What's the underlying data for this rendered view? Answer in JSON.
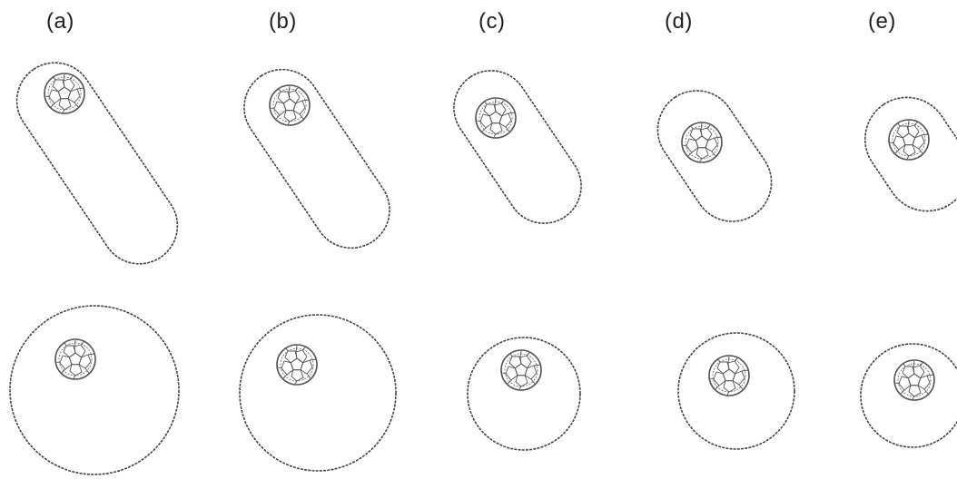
{
  "panels": [
    {
      "label": "(a)"
    },
    {
      "label": "(b)"
    },
    {
      "label": "(c)"
    },
    {
      "label": "(d)"
    },
    {
      "label": "(e)"
    }
  ],
  "colors": {
    "background": "#ffffff",
    "outline": "#444444",
    "molecule": "#555555"
  },
  "shapes": {
    "top_row": "capsule-nanotube",
    "bottom_row": "spherical-shell",
    "inner": "fullerene-icon"
  }
}
